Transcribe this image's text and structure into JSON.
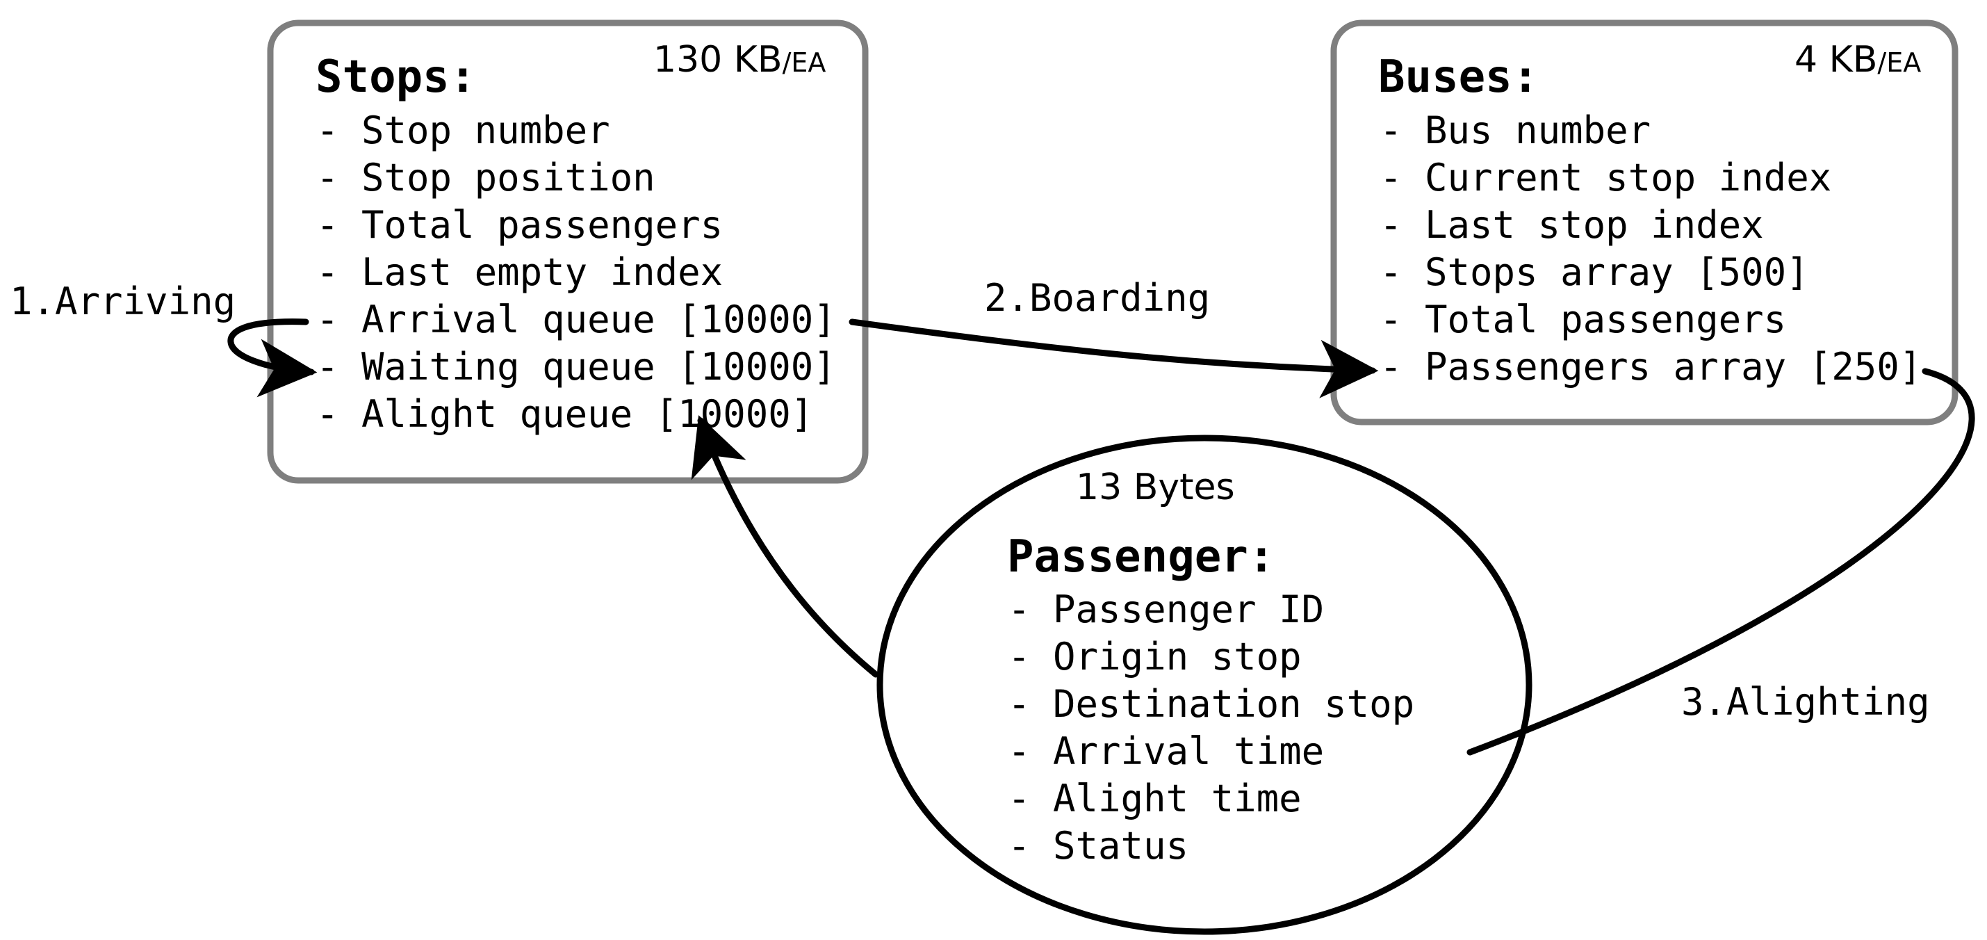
{
  "stops": {
    "title": "Stops:",
    "size_value": "130 KB",
    "size_unit": "/EA",
    "fields": [
      "- Stop number",
      "- Stop position",
      "- Total passengers",
      "- Last empty index",
      "- Arrival queue [10000]",
      "- Waiting queue [10000]",
      "- Alight queue [10000]"
    ]
  },
  "buses": {
    "title": "Buses:",
    "size_value": "4 KB",
    "size_unit": "/EA",
    "fields": [
      "- Bus number",
      "- Current stop index",
      "- Last stop index",
      "- Stops array [500]",
      "- Total passengers",
      "- Passengers array [250]"
    ]
  },
  "passenger": {
    "size": "13 Bytes",
    "title": "Passenger:",
    "fields": [
      "- Passenger ID",
      "- Origin stop",
      "- Destination stop",
      "- Arrival time",
      "- Alight time",
      "- Status"
    ]
  },
  "flows": {
    "arriving": "1.Arriving",
    "boarding": "2.Boarding",
    "alighting": "3.Alighting"
  }
}
